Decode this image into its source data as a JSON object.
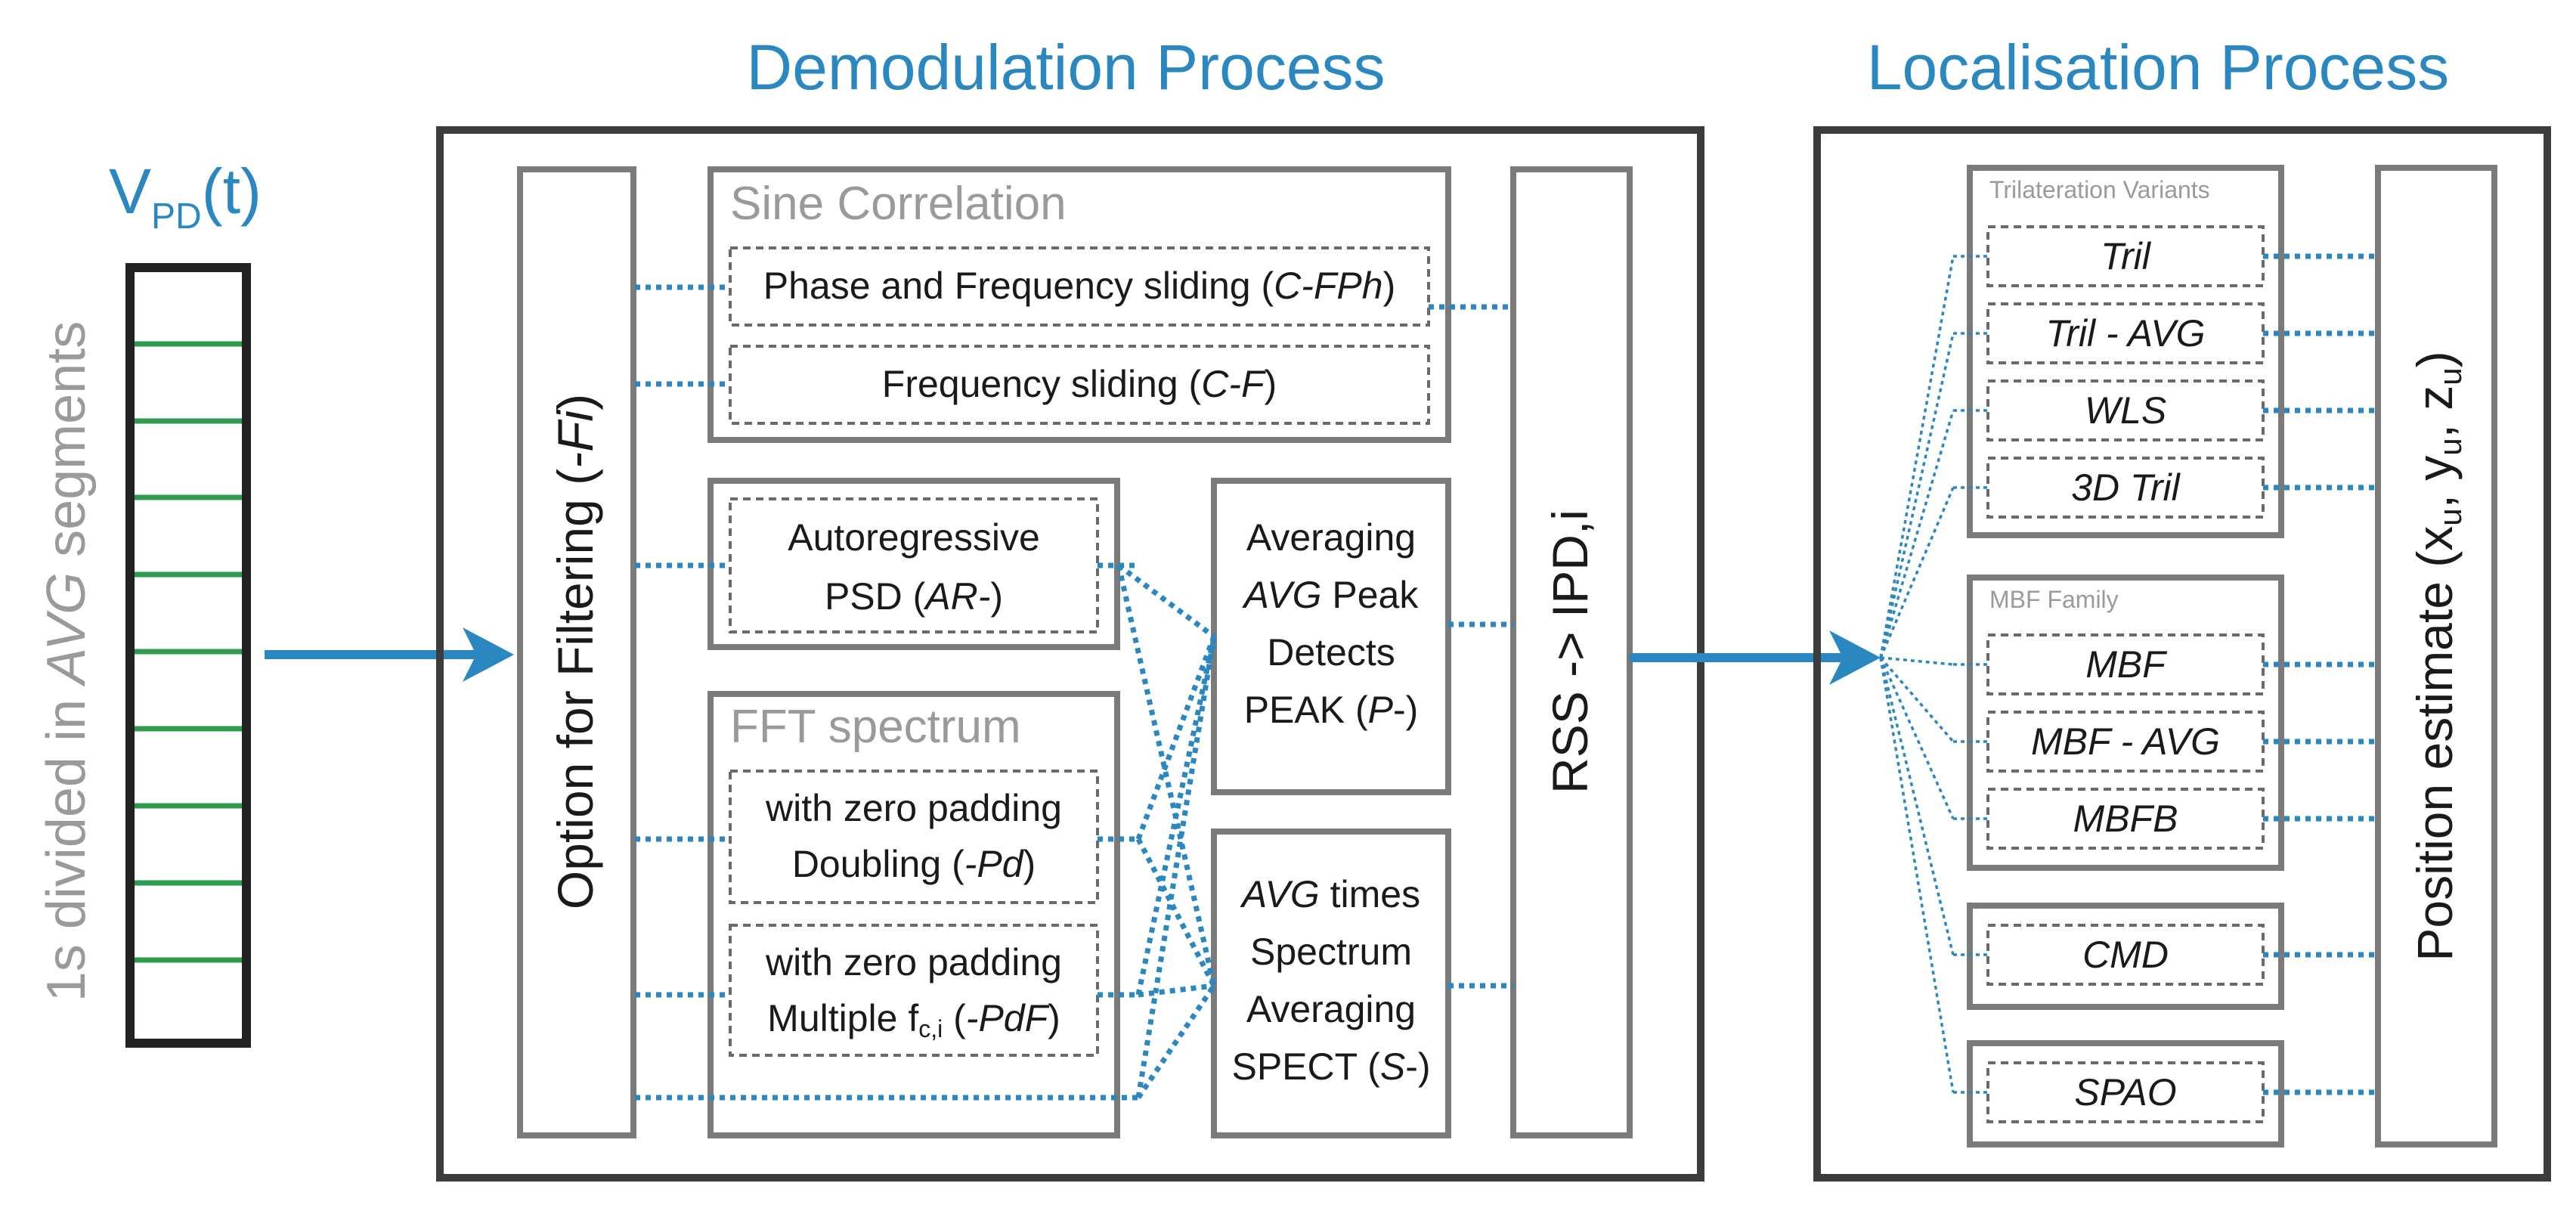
{
  "titles": {
    "demod": "Demodulation Process",
    "local": "Localisation Process"
  },
  "signal": {
    "label_main": "V",
    "label_sub": "PD",
    "label_tail": "(t)",
    "side_pre": "1s divided in ",
    "side_em": "AVG",
    "side_post": " segments"
  },
  "filtering": {
    "pre": "Option for Filtering (",
    "em": "-Fi",
    "post": ")"
  },
  "sine": {
    "title": "Sine Correlation",
    "item1_pre": "Phase and Frequency sliding (",
    "item1_em": "C-FPh",
    "item1_post": ")",
    "item2_pre": "Frequency sliding (",
    "item2_em": "C-F",
    "item2_post": ")"
  },
  "ar": {
    "line1": "Autoregressive",
    "line2_pre": "PSD (",
    "line2_em": "AR-",
    "line2_post": ")"
  },
  "fft": {
    "title": "FFT spectrum",
    "item1_line1": "with zero padding",
    "item1_line2_pre": "Doubling (",
    "item1_line2_em": "-Pd",
    "item1_line2_post": ")",
    "item2_line1": "with zero padding",
    "item2_line2_pre": "Multiple f",
    "item2_line2_sub": "c,i",
    "item2_line2_mid": " (",
    "item2_line2_em": "-PdF",
    "item2_line2_post": ")"
  },
  "peak": {
    "line1": "Averaging",
    "line2_em": "AVG",
    "line2_post": " Peak",
    "line3": "Detects",
    "line4_pre": "PEAK (",
    "line4_em": "P",
    "line4_post": "-)"
  },
  "spect": {
    "line1_em": "AVG",
    "line1_post": " times",
    "line2": "Spectrum",
    "line3": "Averaging",
    "line4_pre": "SPECT (",
    "line4_em": "S",
    "line4_post": "-)"
  },
  "rss": {
    "label": "RSS -> IPD,i"
  },
  "trilateration": {
    "title": "Trilateration Variants",
    "items": [
      "Tril",
      "Tril - AVG",
      "WLS",
      "3D Tril"
    ]
  },
  "mbf": {
    "title": "MBF Family",
    "items": [
      "MBF",
      "MBF - AVG",
      "MBFB"
    ]
  },
  "single": {
    "cmd": "CMD",
    "spao": "SPAO"
  },
  "position": {
    "pre": "Position estimate (x",
    "sub1": "u",
    "mid1": ", y",
    "sub2": "u",
    "mid2": ", z",
    "sub3": "u",
    "post": ")"
  }
}
